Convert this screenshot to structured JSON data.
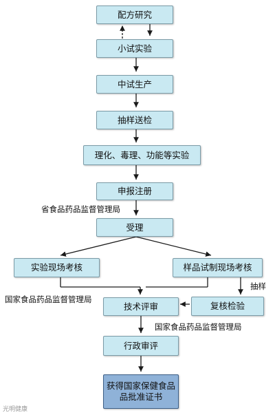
{
  "nodes": {
    "formula_research": "配方研究",
    "pilot_test": "小试实验",
    "midscale_production": "中试生产",
    "sample_submission": "抽样送检",
    "experiments": "理化、毒理、功能等实验",
    "registration": "申报注册",
    "acceptance": "受理",
    "site_inspection_experiment": "实验现场考核",
    "site_inspection_sample": "样品试制现场考核",
    "technical_review": "技术评审",
    "recheck": "复核检验",
    "administrative_review": "行政审评",
    "certificate_line1": "获得国家保健食品",
    "certificate_line2": "品批准证书"
  },
  "notes": {
    "provincial_agency": "省食品药品监督管理局",
    "national_agency_left": "国家食品药品监督管理局",
    "sampling": "抽样",
    "national_agency_right": "国家食品药品监督管理局"
  },
  "watermark": "光明健康",
  "colors": {
    "box_fill": "#c9e9f2",
    "final_box_fill": "#8fb2d8",
    "arrow": "#1a1a1a"
  }
}
